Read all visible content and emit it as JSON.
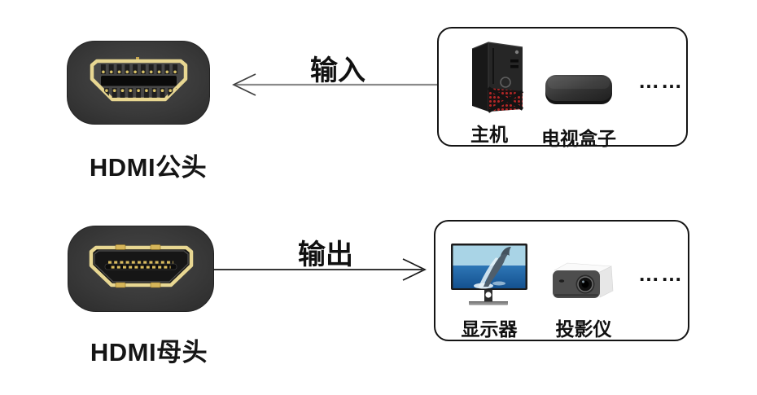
{
  "connectors": {
    "male": {
      "label": "HDMI公头"
    },
    "female": {
      "label": "HDMI母头"
    }
  },
  "flows": {
    "input": {
      "label": "输入",
      "direction": "left"
    },
    "output": {
      "label": "输出",
      "direction": "right"
    }
  },
  "sources": {
    "devices": [
      {
        "label": "主机"
      },
      {
        "label": "电视盒子"
      }
    ],
    "ellipsis": "……"
  },
  "sinks": {
    "devices": [
      {
        "label": "显示器"
      },
      {
        "label": "投影仪"
      }
    ],
    "ellipsis": "……"
  },
  "colors": {
    "background": "#ffffff",
    "connector_body": "#3a3a3a",
    "gold": "#e8d792",
    "box_border": "#141414",
    "input_arrow": "#8a8a8a",
    "output_arrow": "#1a1a1a",
    "pc_accent_red": "#b32626",
    "sea_blue": "#2e77b7",
    "text": "#111111"
  }
}
